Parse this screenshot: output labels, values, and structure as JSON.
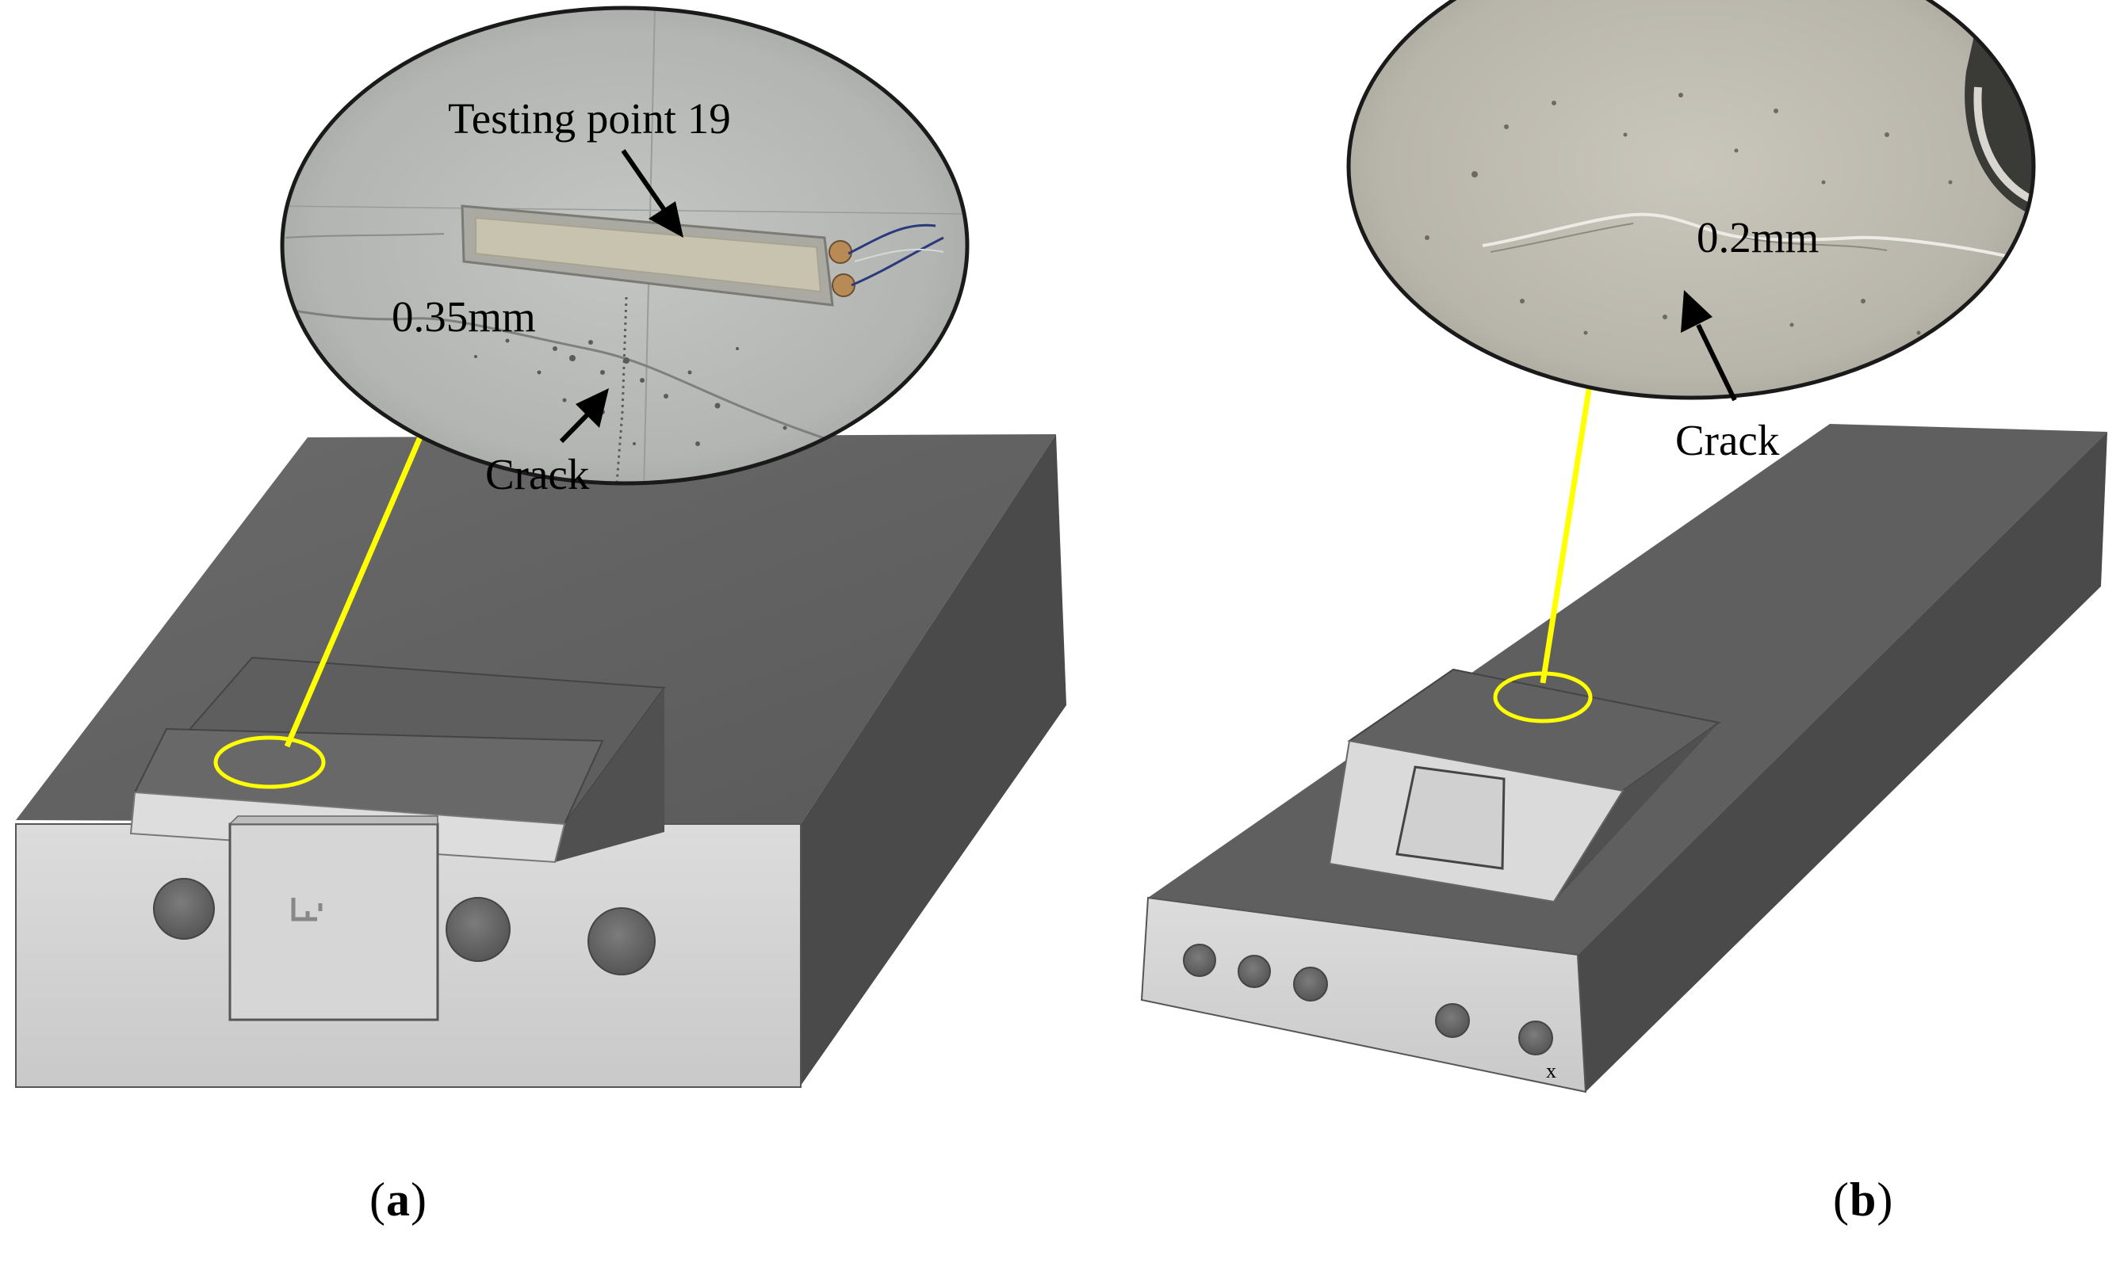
{
  "panel_a": {
    "label_testing_point": "Testing point 19",
    "label_width": "0.35mm",
    "label_crack": "Crack",
    "caption_letter": "a"
  },
  "panel_b": {
    "label_width": "0.2mm",
    "label_crack": "Crack",
    "axis_letter": "x",
    "caption_letter": "b"
  },
  "colors": {
    "indicator": "#ffff00",
    "model_top": "#5f5f5f",
    "model_side": "#4b4b4b",
    "model_front": "#d4d4d4",
    "holes": "#666666"
  }
}
